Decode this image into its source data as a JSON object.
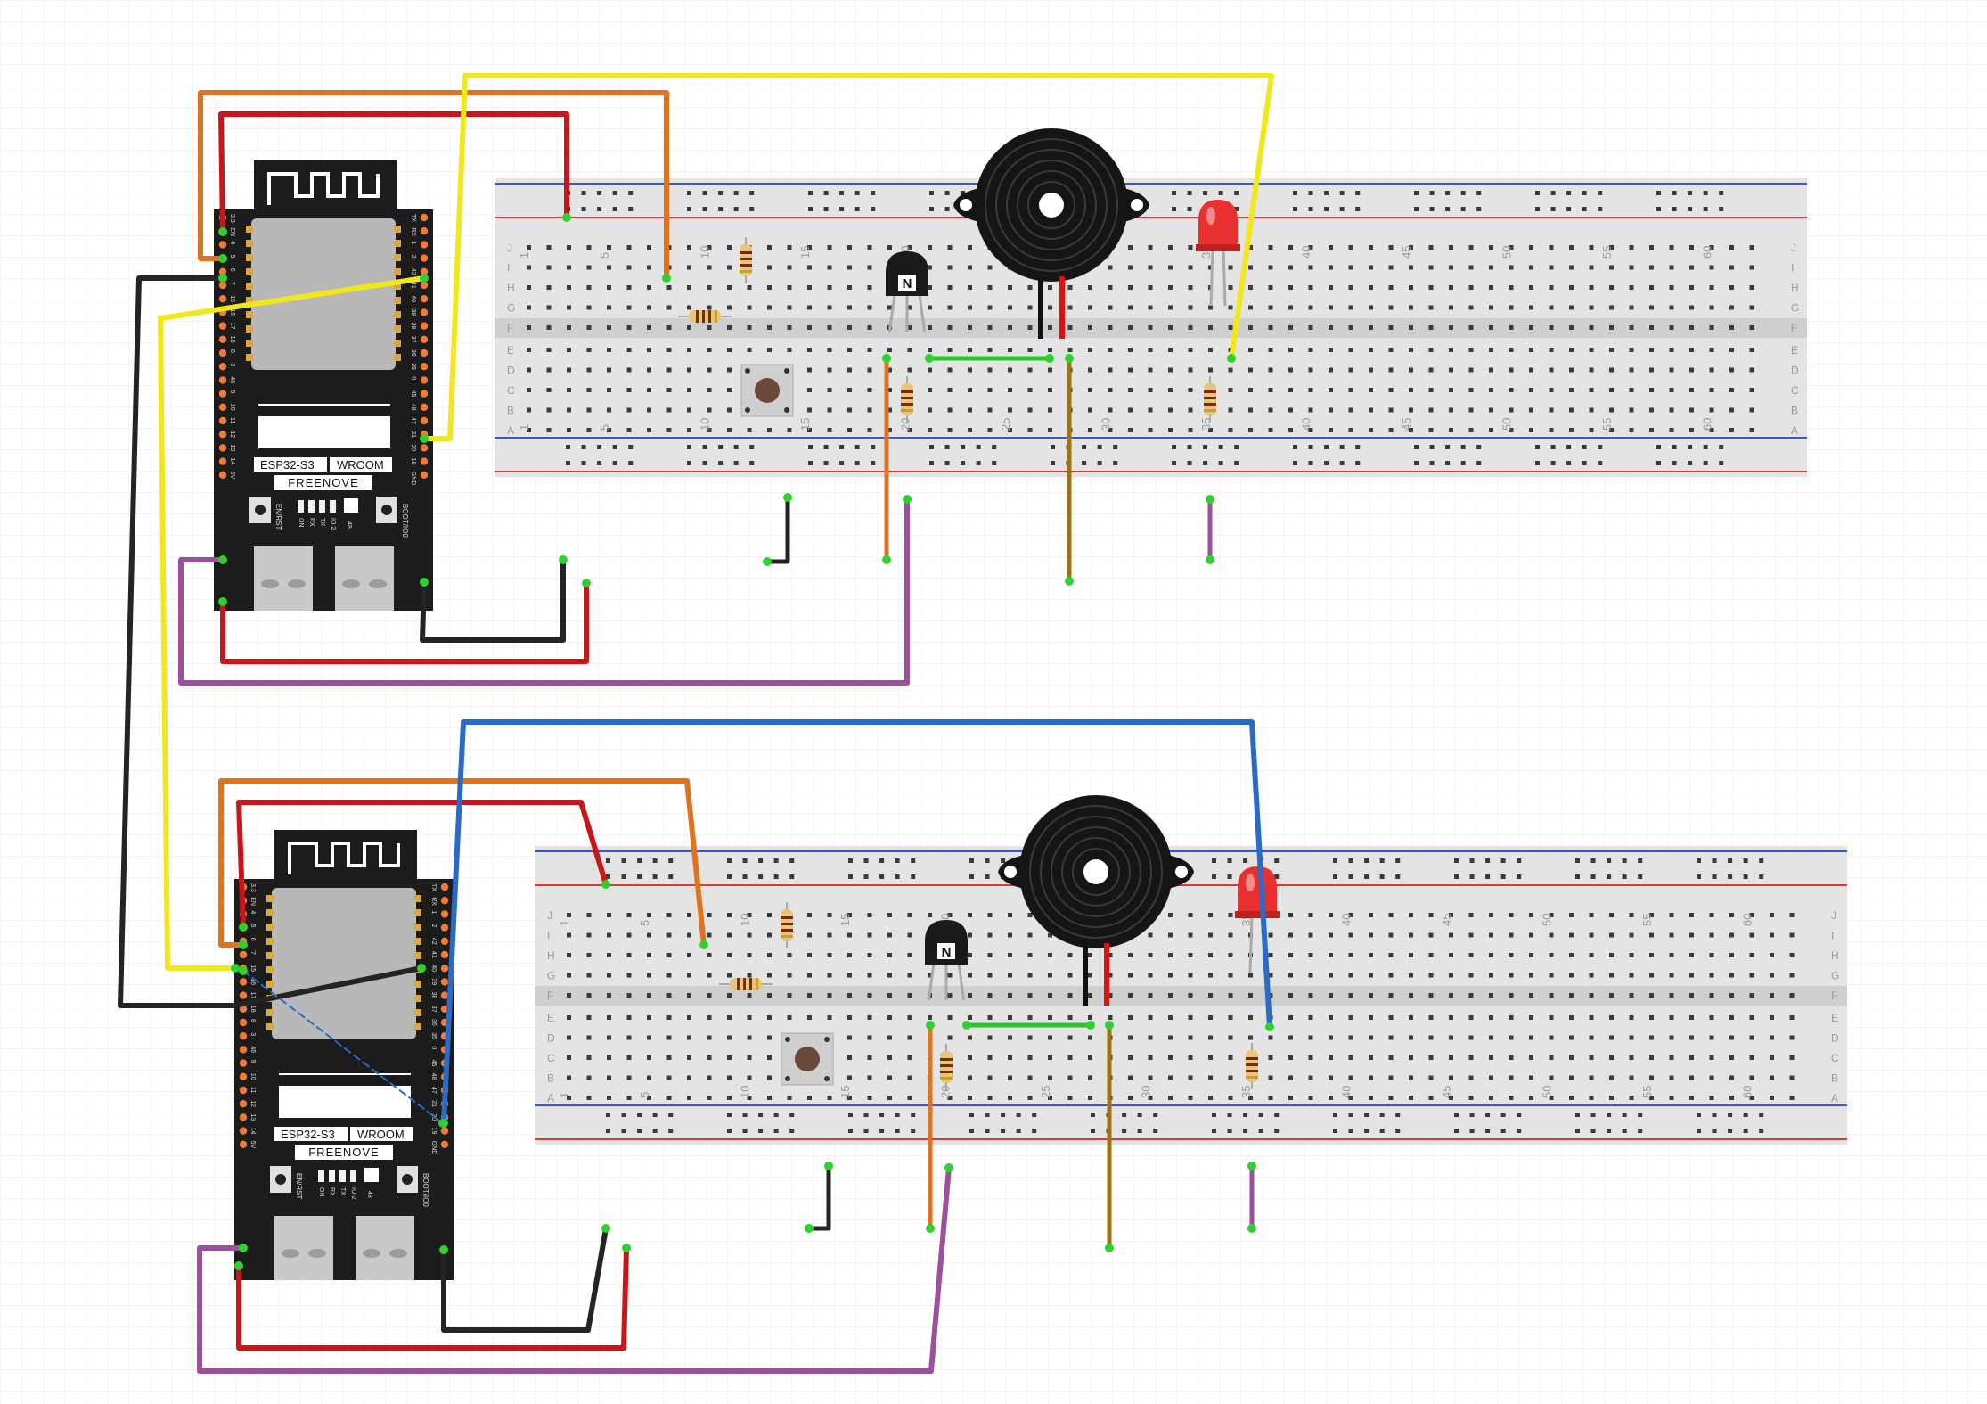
{
  "diagram": {
    "type": "breadboard-schematic",
    "grid": true,
    "colors": {
      "board": "#1c1c1c",
      "module": "#b8b8b8",
      "breadboard": "#e4e4e4",
      "rail_red": "#d33c3c",
      "rail_blue": "#3c56d3",
      "wire_red": "#c8161a",
      "wire_orange": "#e0731f",
      "wire_yellow": "#f0e81a",
      "wire_black": "#242424",
      "wire_purple": "#9c4f9c",
      "wire_blue": "#2a6bc6",
      "wire_green": "#28c428",
      "wire_brown": "#9a7414",
      "led": "#e83030"
    }
  },
  "boards": [
    {
      "name": "board-top",
      "chip_label": "ESP32-S3",
      "module_label": "WROOM",
      "brand": "FREENOVE",
      "left_pins": [
        "3.3",
        "EN",
        "4",
        "5",
        "6",
        "7",
        "15",
        "16",
        "17",
        "18",
        "8",
        "3",
        "46",
        "9",
        "10",
        "11",
        "12",
        "13",
        "14",
        "5V"
      ],
      "right_pins": [
        "TX",
        "RX",
        "1",
        "2",
        "42",
        "41",
        "40",
        "39",
        "38",
        "37",
        "36",
        "35",
        "0",
        "45",
        "48",
        "47",
        "21",
        "20",
        "19",
        "GND"
      ],
      "button_left": "EN/RST",
      "button_right": "BOOT/IO0",
      "led_labels": [
        "ON",
        "RX",
        "TX",
        "IO 2"
      ],
      "led_extra": "48"
    },
    {
      "name": "board-bottom",
      "chip_label": "ESP32-S3",
      "module_label": "WROOM",
      "brand": "FREENOVE",
      "left_pins": [
        "3.3",
        "EN",
        "4",
        "5",
        "6",
        "7",
        "15",
        "16",
        "17",
        "18",
        "8",
        "3",
        "46",
        "9",
        "10",
        "11",
        "12",
        "13",
        "14",
        "5V"
      ],
      "right_pins": [
        "TX",
        "RX",
        "1",
        "2",
        "42",
        "41",
        "40",
        "39",
        "38",
        "37",
        "36",
        "35",
        "0",
        "45",
        "48",
        "47",
        "21",
        "20",
        "19",
        "GND"
      ],
      "button_left": "EN/RST",
      "button_right": "BOOT/IO0",
      "led_labels": [
        "ON",
        "RX",
        "TX",
        "IO 2"
      ],
      "led_extra": "48"
    }
  ],
  "breadboards": [
    {
      "name": "breadboard-top",
      "column_numbers": [
        "1",
        "5",
        "10",
        "15",
        "20",
        "25",
        "30",
        "35",
        "40",
        "45",
        "50",
        "55",
        "60"
      ],
      "row_letters_top": [
        "J",
        "I",
        "H",
        "G",
        "F"
      ],
      "row_letters_bottom": [
        "E",
        "D",
        "C",
        "B",
        "A"
      ]
    },
    {
      "name": "breadboard-bottom",
      "column_numbers": [
        "1",
        "5",
        "10",
        "15",
        "20",
        "25",
        "30",
        "35",
        "40",
        "45",
        "50",
        "55",
        "60"
      ],
      "row_letters_top": [
        "J",
        "I",
        "H",
        "G",
        "F"
      ],
      "row_letters_bottom": [
        "E",
        "D",
        "C",
        "B",
        "A"
      ]
    }
  ],
  "transistor_label": "N"
}
